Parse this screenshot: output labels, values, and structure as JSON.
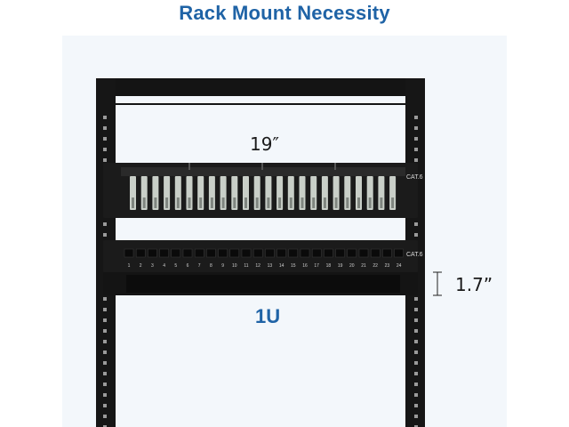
{
  "title": "Rack Mount Necessity",
  "dimensions": {
    "width": "19″",
    "height": "1.7”",
    "unit": "1U"
  },
  "panels": {
    "top_badge": "CAT.6",
    "bottom_badge": "CAT.6",
    "port_numbers": [
      "1",
      "2",
      "3",
      "4",
      "5",
      "6",
      "7",
      "8",
      "9",
      "10",
      "11",
      "12",
      "13",
      "14",
      "15",
      "16",
      "17",
      "18",
      "19",
      "20",
      "21",
      "22",
      "23",
      "24"
    ]
  },
  "colors": {
    "title": "#1f63a6",
    "unit_label": "#1f63a6",
    "rack": "#141414",
    "background_panel": "#f3f7fb"
  }
}
